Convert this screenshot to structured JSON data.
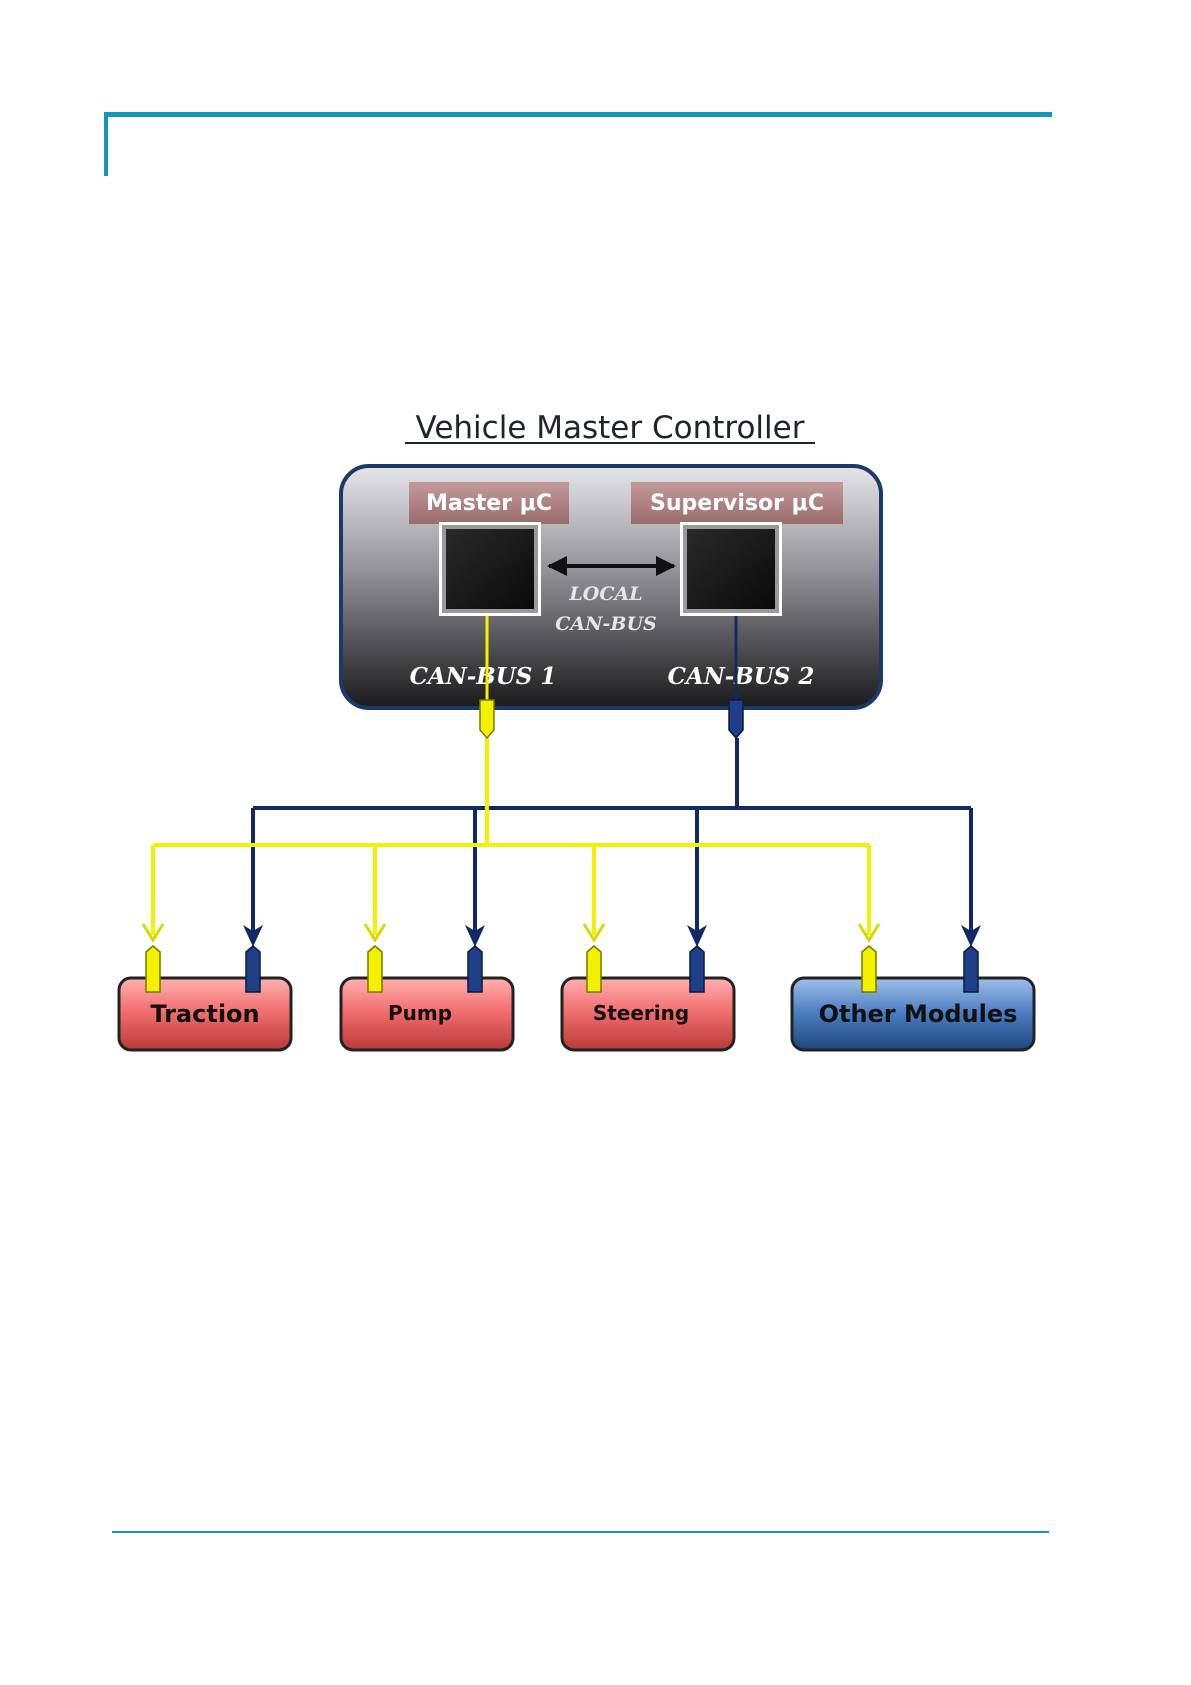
{
  "diagram": {
    "title": "Vehicle Master Controller",
    "master_label": "Master μC",
    "supervisor_label": "Supervisor μC",
    "local_bus_line1": "LOCAL",
    "local_bus_line2": "CAN-BUS",
    "bus1_label": "CAN-BUS 1",
    "bus2_label": "CAN-BUS 2",
    "modules": [
      {
        "label": "Traction"
      },
      {
        "label": "Pump"
      },
      {
        "label": "Steering"
      },
      {
        "label": "Other Modules"
      }
    ]
  },
  "colors": {
    "bus1": "#f2f200",
    "bus2": "#112a66",
    "module_red": "#f26a6a",
    "module_blue": "#3f6fb0",
    "frame": "#1597b8"
  }
}
